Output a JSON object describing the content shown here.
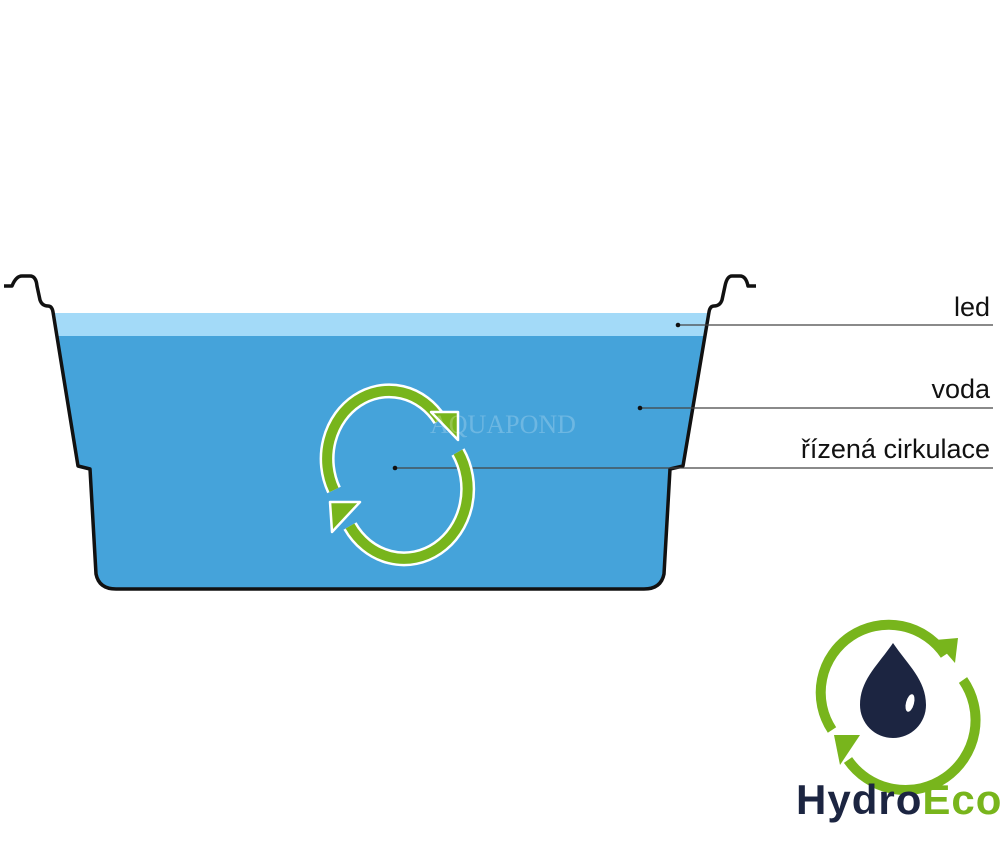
{
  "labels": {
    "ice": "led",
    "water": "voda",
    "circulation": "řízená cirkulace"
  },
  "watermark": "AQUAPOND",
  "logo": {
    "part1": "Hydro",
    "part2": "Eco"
  },
  "colors": {
    "ice": "#a3daf8",
    "water": "#45a3da",
    "green": "#78b51c",
    "navy": "#1c2541",
    "outline": "#111111"
  }
}
